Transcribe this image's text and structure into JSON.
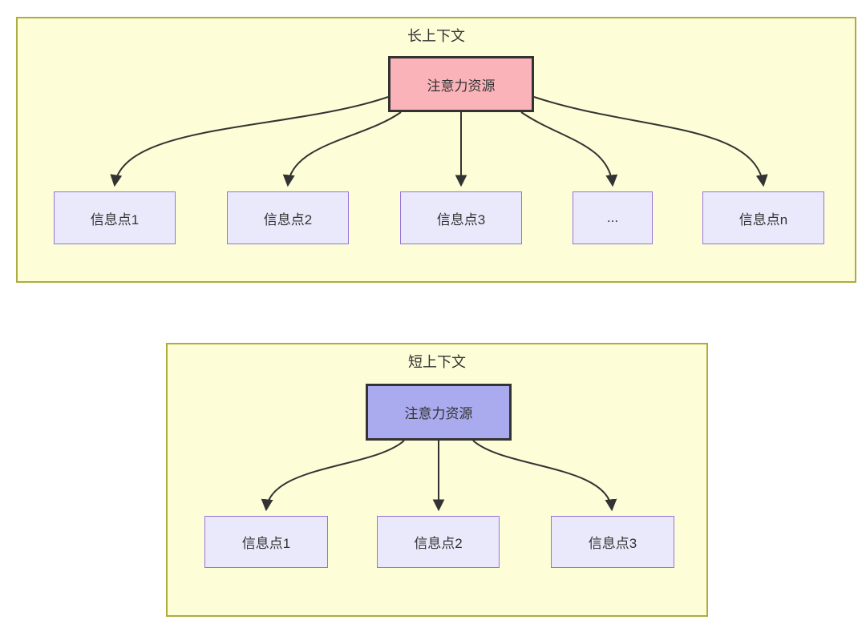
{
  "diagram": {
    "sections": [
      {
        "title": "长上下文",
        "hub": {
          "label": "注意力资源",
          "fill": "#FAB3B9"
        },
        "children": [
          {
            "label": "信息点1"
          },
          {
            "label": "信息点2"
          },
          {
            "label": "信息点3"
          },
          {
            "label": "..."
          },
          {
            "label": "信息点n"
          }
        ]
      },
      {
        "title": "短上下文",
        "hub": {
          "label": "注意力资源",
          "fill": "#AAAAEE"
        },
        "children": [
          {
            "label": "信息点1"
          },
          {
            "label": "信息点2"
          },
          {
            "label": "信息点3"
          }
        ]
      }
    ],
    "colors": {
      "section_fill": "#FDFDD8",
      "section_border": "#ADAD3F",
      "hub_border": "#333333",
      "child_fill": "#E9E9FB",
      "child_border": "#9673D9",
      "arrow": "#333333",
      "text": "#333333"
    }
  }
}
